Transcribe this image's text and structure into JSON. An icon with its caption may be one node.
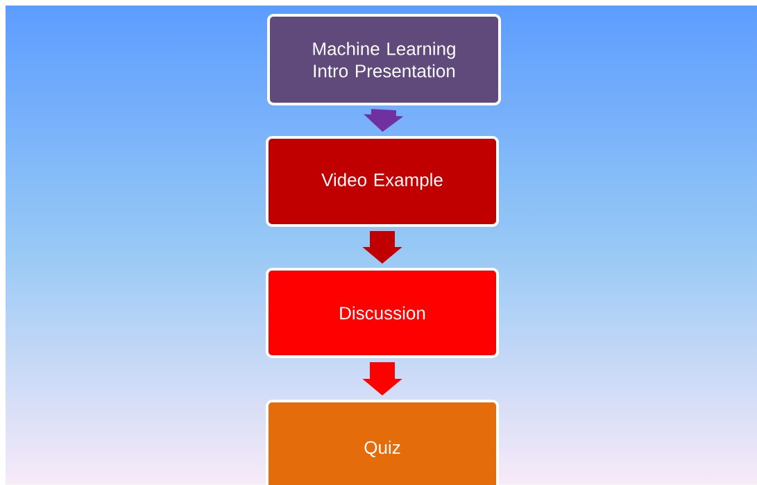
{
  "diagram": {
    "nodes": [
      {
        "text": [
          "Machine Learning Intro Presentation"
        ]
      },
      {
        "text": [
          "Video Example"
        ]
      },
      {
        "text": [
          "Discussion"
        ]
      },
      {
        "text": [
          "Quiz"
        ]
      }
    ],
    "edges": [
      {
        "from": 0,
        "to": 1,
        "arrow": "to",
        "color": "#7030a0"
      },
      {
        "from": 1,
        "to": 2,
        "arrow": "to",
        "color": "#c00000"
      },
      {
        "from": 2,
        "to": 3,
        "arrow": "to",
        "color": "#ff0000"
      }
    ]
  }
}
